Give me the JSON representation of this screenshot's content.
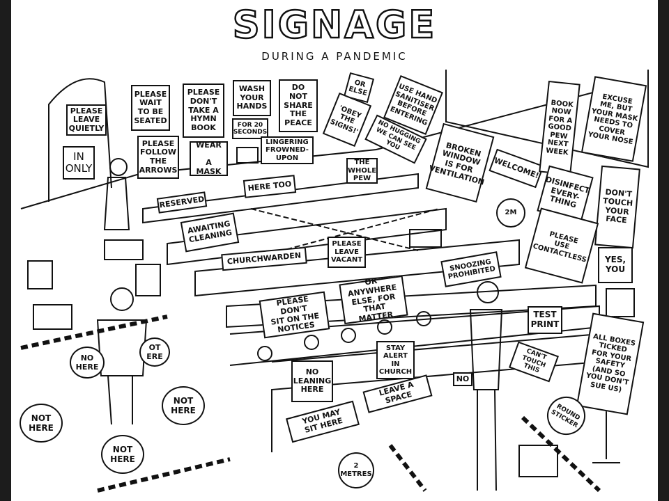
{
  "title": "SIGNAGE",
  "subtitle": "DURING A PANDEMIC",
  "signs": {
    "leave_quietly": "PLEASE\nLEAVE\nQUIETLY",
    "in_only": "IN\nONLY",
    "wait_seated": "PLEASE\nWAIT\nTO BE\nSEATED",
    "hymn_book": "PLEASE\nDON'T\nTAKE A\nHYMN\nBOOK",
    "wash_hands": "WASH\nYOUR\nHANDS",
    "twenty_seconds": "FOR 20\nSECONDS",
    "share_peace": "DO NOT\nSHARE\nTHE\nPEACE",
    "follow_arrows": "PLEASE\nFOLLOW\nTHE\nARROWS",
    "wear_mask": "WEAR\n\nA MASK",
    "lingering": "LINGERING\nFROWNED-\nUPON",
    "reserved": "RESERVED",
    "here_too": "HERE TOO",
    "whole_pew": "THE\nWHOLE\nPEW",
    "or_else": "OR\nELSE",
    "obey": "'OBEY\nTHE\nSIGNS!'",
    "sanitiser": "USE HAND\nSANITISER\nBEFORE\nENTERING",
    "no_hugging": "NO HUGGING\nWE CAN SEE YOU",
    "broken_window": "BROKEN\nWINDOW\nIS FOR\nVENTILATION",
    "welcome": "WELCOME!",
    "book_now": "BOOK\nNOW\nFOR A\nGOOD\nPEW\nNEXT\nWEEK",
    "excuse_me": "EXCUSE\nME, BUT\nYOUR MASK\nNEEDS TO\nCOVER\nYOUR NOSE",
    "disinfect": "DISINFECT\nEVERY-\nTHING",
    "dont_touch_face": "DON'T\nTOUCH\nYOUR\nFACE",
    "contactless": "PLEASE\nUSE\nCONTACTLESS",
    "yes_you": "YES,\nYOU",
    "awaiting_cleaning": "AWAITING\nCLEANING",
    "churchwarden": "CHURCHWARDEN",
    "leave_vacant": "PLEASE\nLEAVE\nVACANT",
    "snoozing": "SNOOZING\nPROHIBITED",
    "dont_sit_notices": "PLEASE DON'T\nSIT ON THE\nNOTICES",
    "anywhere_else": "OR ANYWHERE\nELSE, FOR\nTHAT MATTER",
    "test_print": "TEST\nPRINT",
    "all_boxes": "ALL BOXES\nTICKED\nFOR YOUR\nSAFETY\n(AND SO\nYOU DON'T\nSUE US)",
    "no_leaning": "NO\nLEANING\nHERE",
    "stay_alert": "STAY\nALERT\nIN\nCHURCH",
    "leave_space": "LEAVE A\nSPACE",
    "may_sit": "YOU MAY\nSIT HERE",
    "no": "NO",
    "cant_touch": "CAN'T\nTOUCH\nTHIS"
  },
  "stickers": {
    "not_here": "NOT\nHERE",
    "partial_left": "NO\nHERE",
    "partial_right": "OT\nERE",
    "round_sticker": "ROUND\nSTICKER",
    "two_metres": "2\nMETRES",
    "two_m": "2M"
  }
}
